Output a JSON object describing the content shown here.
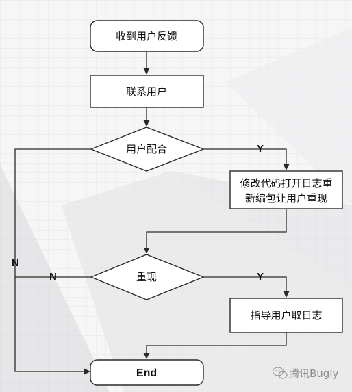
{
  "nodes": {
    "receive_feedback": "收到用户反馈",
    "contact_user": "联系用户",
    "user_cooperates": "用户配合",
    "modify_code_line1": "修改代码打开日志重",
    "modify_code_line2": "新编包让用户重现",
    "reproduced": "重现",
    "guide_user": "指导用户取日志",
    "end": "End"
  },
  "edge_labels": {
    "cooperate_yes": "Y",
    "cooperate_no": "N",
    "reproduce_yes": "Y",
    "reproduce_no": "N"
  },
  "watermark": "腾讯Bugly",
  "watermark_icon": "wechat-icon",
  "colors": {
    "stroke": "#2a2a2a",
    "shape_fill": "#ffffff",
    "background": "#f6f6f7",
    "grid": "#e6e6e6"
  }
}
